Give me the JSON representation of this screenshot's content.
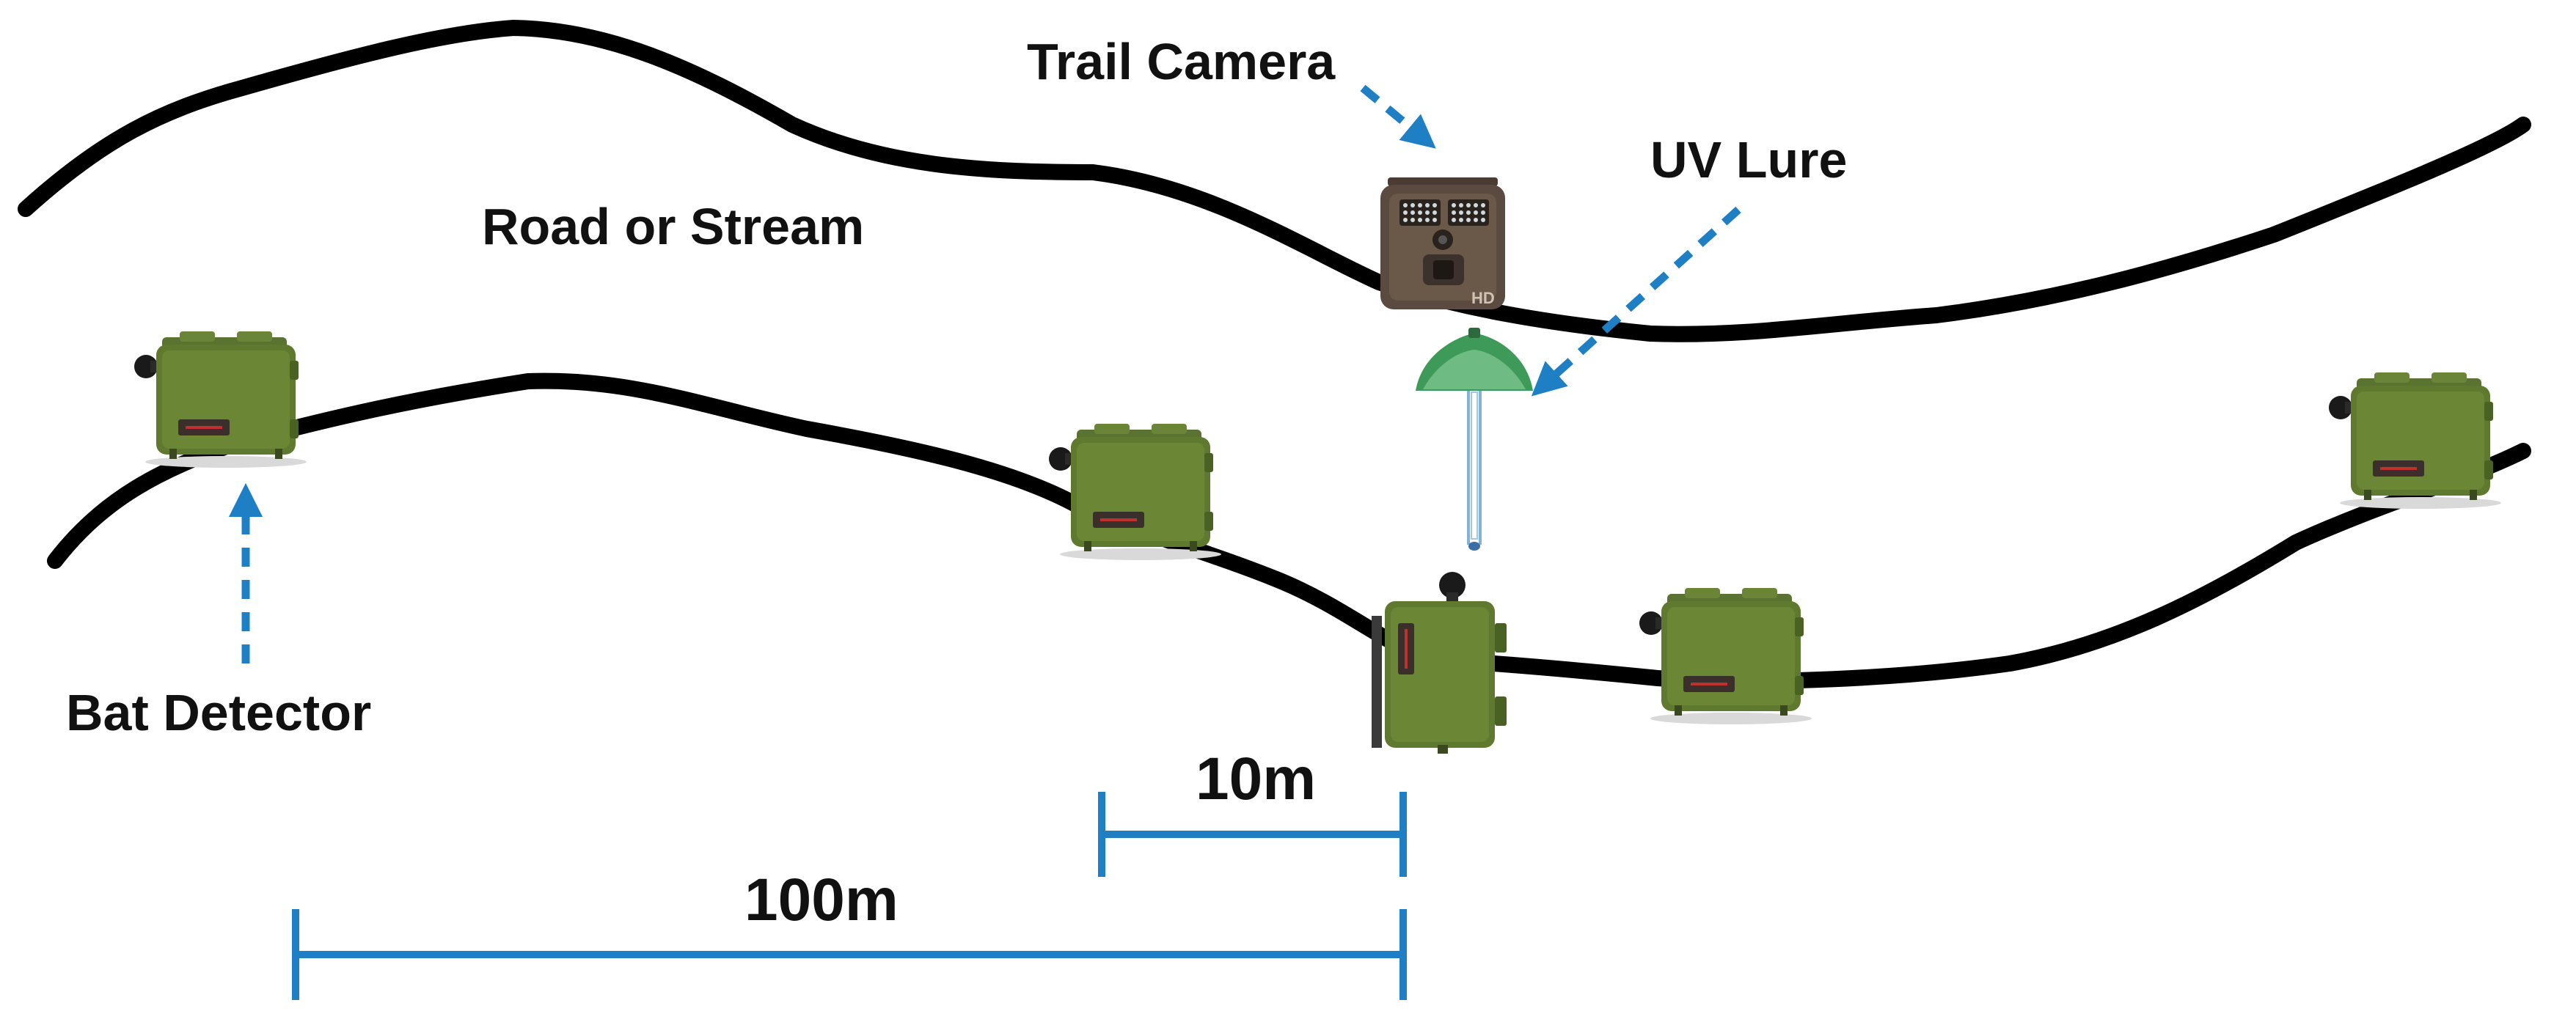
{
  "labels": {
    "trail_camera": "Trail Camera",
    "uv_lure": "UV Lure",
    "road_or_stream": "Road or Stream",
    "bat_detector": "Bat Detector",
    "scale_small": "10m",
    "scale_large": "100m"
  },
  "camera_text": "HD",
  "colors": {
    "road_line": "#000000",
    "arrow_blue": "#1f7fc4",
    "scale_blue": "#1f7fc4",
    "detector_green": "#5f7a2e",
    "detector_green_dark": "#44591f",
    "camera_brown": "#5b4a3f",
    "lure_green": "#3e9a58"
  },
  "icons": [
    "trail-camera-icon",
    "uv-lure-icon",
    "bat-detector-icon"
  ]
}
